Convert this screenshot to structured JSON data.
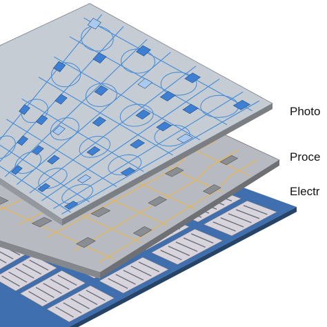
{
  "labels": [
    {
      "id": "photonic",
      "text": "Photo"
    },
    {
      "id": "processing",
      "text": "Proce"
    },
    {
      "id": "electronic",
      "text": "Electr"
    }
  ],
  "colors": {
    "photonic_plate": "#c6ccd4",
    "photonic_edge": "#7b8088",
    "waveguide": "#4a8fd6",
    "photonic_node": "#3d7fd2",
    "photonic_node_light": "#a9c9ee",
    "processing_plate": "#b7bbc1",
    "processing_trace": "#f0b43a",
    "processing_node": "#8a8d92",
    "electronic_base": "#3f6fae",
    "electronic_die": "#d8d4de",
    "electronic_circuit": "#6a6f78"
  }
}
